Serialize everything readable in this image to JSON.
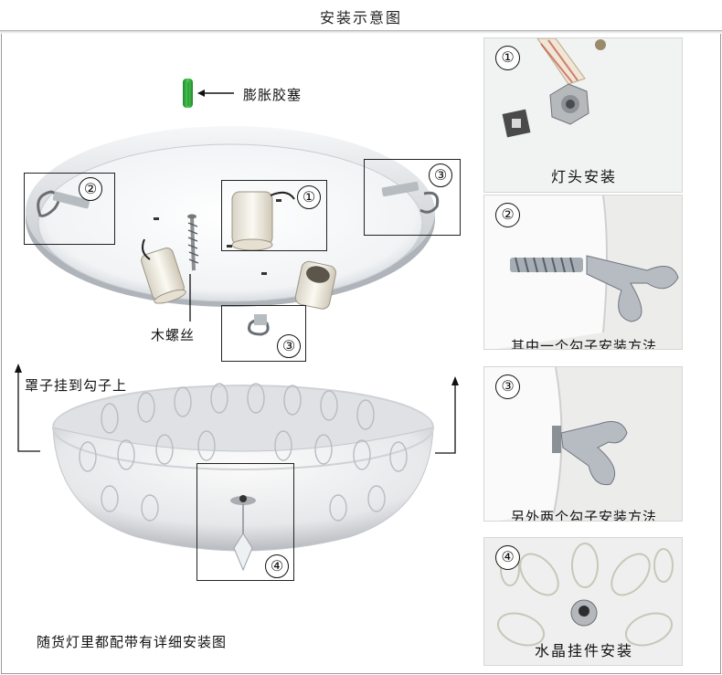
{
  "title": "安装示意图",
  "labels": {
    "anchor": "膨胀胶塞",
    "screw": "木螺丝",
    "hang": "罩子挂到勾子上",
    "bottom_note": "随货灯里都配带有详细安装图"
  },
  "markers": {
    "m1": "①",
    "m2": "②",
    "m3": "③",
    "m4": "④"
  },
  "photos": [
    {
      "number": "①",
      "caption": "灯头安装"
    },
    {
      "number": "②",
      "caption": "其中一个勾子安装方法"
    },
    {
      "number": "③",
      "caption": "另外两个勾子安装方法"
    },
    {
      "number": "④",
      "caption": "水晶挂件安装"
    }
  ],
  "colors": {
    "anchor_green": "#2fae3c",
    "frame_border": "#9a9a9a",
    "callout_border": "#222222"
  }
}
